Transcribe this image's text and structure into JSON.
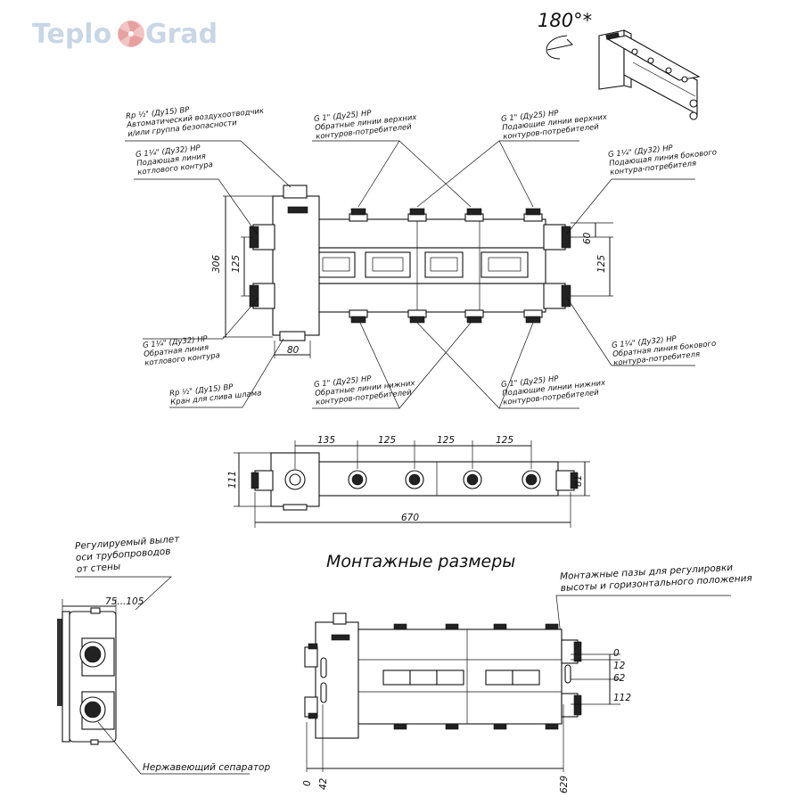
{
  "logo": {
    "left": "Teplo",
    "right": "Grad"
  },
  "rotation": {
    "label": "180°*"
  },
  "callouts": {
    "air_vent": {
      "line1": "Rp ½\" (Ду15) ВР",
      "line2": "Автоматический воздухоотводчик",
      "line3": "и/или группа безопасности"
    },
    "supply_boiler": {
      "line1": "G 1¼\" (Ду32) НР",
      "line2": "Подающая линия",
      "line3": "котлового контура"
    },
    "return_upper": {
      "line1": "G 1\" (Ду25) НР",
      "line2": "Обратные линии верхних",
      "line3": "контуров-потребителей"
    },
    "supply_upper": {
      "line1": "G 1\" (Ду25) НР",
      "line2": "Подающие линии верхних",
      "line3": "контуров-потребителей"
    },
    "supply_side": {
      "line1": "G 1¼\" (Ду32) НР",
      "line2": "Подающая линия бокового",
      "line3": "контура-потребителя"
    },
    "return_boiler": {
      "line1": "G 1¼\" (Ду32) НР",
      "line2": "Обратная линия",
      "line3": "котлового контура"
    },
    "drain": {
      "line1": "Rp ½\" (Ду15) ВР",
      "line2": "Кран для слива шлама"
    },
    "return_lower": {
      "line1": "G 1\" (Ду25) НР",
      "line2": "Обратные линии нижних",
      "line3": "контуров-потребителей"
    },
    "supply_lower": {
      "line1": "G 1\" (Ду25) НР",
      "line2": "Подающие линии нижних",
      "line3": "контуров-потребителей"
    },
    "return_side": {
      "line1": "G 1¼\" (Ду32) НР",
      "line2": "Обратная линия бокового",
      "line3": "контура-потребителя"
    },
    "wall_offset": {
      "line1": "Регулируемый вылет",
      "line2": "оси трубопроводов",
      "line3": "от стены"
    },
    "mount_slots": {
      "line1": "Монтажные пазы для регулировки",
      "line2": "высоты и горизонтального положения"
    },
    "separator": {
      "line1": "Нержавеющий сепаратор"
    }
  },
  "dims_front": {
    "total_height": "306",
    "inner_left": "125",
    "bottom_width": "80",
    "right_top": "60",
    "right_mid": "125"
  },
  "dims_top": {
    "d1": "135",
    "d2": "125",
    "d3": "125",
    "d4": "125",
    "depth_left": "111",
    "depth_right": "81",
    "length": "670"
  },
  "section_title": "Монтажные размеры",
  "dims_side": {
    "offset": "75...105"
  },
  "dims_mount": {
    "y0": "0",
    "y1": "12",
    "y2": "62",
    "y3": "112",
    "x0": "0",
    "x1": "42",
    "x2": "629"
  }
}
